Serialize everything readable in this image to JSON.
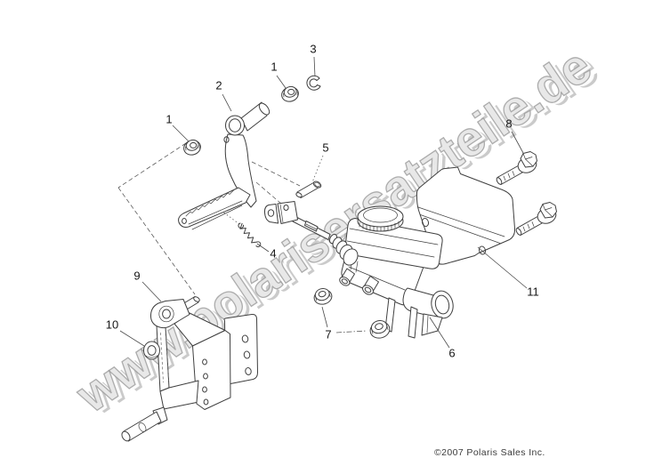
{
  "watermark": {
    "text": "www.polarisersatzteile.de"
  },
  "footer": {
    "copyright": "©2007 Polaris Sales Inc."
  },
  "callouts": {
    "nut_pedal_left": "1",
    "pedal": "2",
    "nut_pedal_right": "1",
    "retaining_clip": "3",
    "spring": "4",
    "clevis_pin": "5",
    "master_cylinder": "6",
    "mount_nut": "7",
    "bolt": "8",
    "bracket": "9",
    "bushing": "10",
    "heat_shield": "11"
  },
  "colors": {
    "line": "#3f3f3f",
    "watermark_gray": "#b9b9b9",
    "label": "#161616"
  }
}
